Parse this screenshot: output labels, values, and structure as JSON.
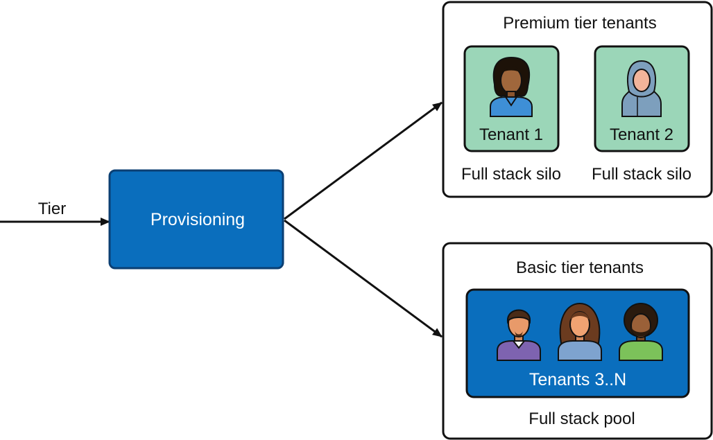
{
  "input": {
    "label": "Tier"
  },
  "provisioning": {
    "label": "Provisioning"
  },
  "premium": {
    "title": "Premium tier tenants",
    "tenants": [
      {
        "label": "Tenant 1",
        "caption": "Full stack silo"
      },
      {
        "label": "Tenant 2",
        "caption": "Full stack silo"
      }
    ]
  },
  "basic": {
    "title": "Basic tier tenants",
    "group_label": "Tenants 3..N",
    "caption": "Full stack pool"
  },
  "colors": {
    "provisioning_fill": "#0a6ebd",
    "provisioning_border": "#0b3f73",
    "silo_fill": "#9bd6b8",
    "pool_fill": "#0a6ebd"
  },
  "icons": [
    "woman-curly-hair-icon",
    "woman-hijab-icon",
    "man-goatee-icon",
    "woman-long-hair-icon",
    "man-afro-beard-icon"
  ]
}
